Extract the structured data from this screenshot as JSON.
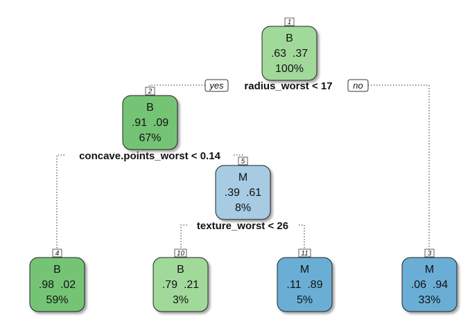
{
  "tree": {
    "nodes": [
      {
        "id": "1",
        "class": "B",
        "probs": ".63  .37",
        "pct": "100%",
        "color": "#a1d99b"
      },
      {
        "id": "2",
        "class": "B",
        "probs": ".91  .09",
        "pct": "67%",
        "color": "#74c476"
      },
      {
        "id": "5",
        "class": "M",
        "probs": ".39  .61",
        "pct": "8%",
        "color": "#a6cbe3"
      },
      {
        "id": "4",
        "class": "B",
        "probs": ".98  .02",
        "pct": "59%",
        "color": "#74c476"
      },
      {
        "id": "10",
        "class": "B",
        "probs": ".79  .21",
        "pct": "3%",
        "color": "#a1d99b"
      },
      {
        "id": "11",
        "class": "M",
        "probs": ".11  .89",
        "pct": "5%",
        "color": "#6baed6"
      },
      {
        "id": "3",
        "class": "M",
        "probs": ".06  .94",
        "pct": "33%",
        "color": "#6baed6"
      }
    ],
    "splits": [
      {
        "at": "1",
        "text": "radius_worst < 17"
      },
      {
        "at": "2",
        "text": "concave.points_worst < 0.14"
      },
      {
        "at": "5",
        "text": "texture_worst < 26"
      }
    ],
    "yes_label": "yes",
    "no_label": "no"
  }
}
